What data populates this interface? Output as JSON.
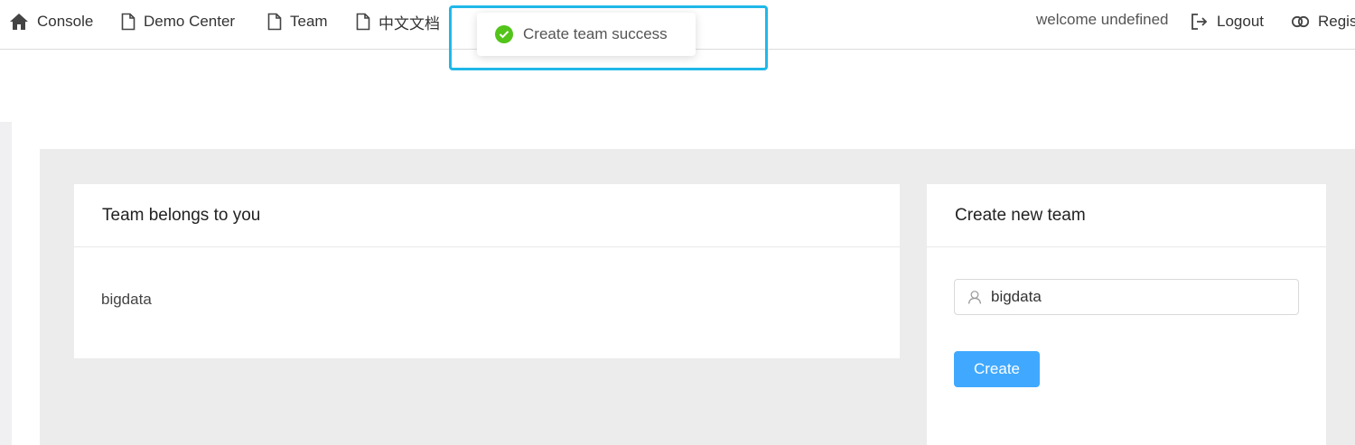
{
  "nav": {
    "items": [
      {
        "label": "Console",
        "icon": "home-icon"
      },
      {
        "label": "Demo Center",
        "icon": "file-icon"
      },
      {
        "label": "Team",
        "icon": "file-icon"
      },
      {
        "label": "中文文档",
        "icon": "file-icon"
      }
    ],
    "welcome_text": "welcome undefined",
    "logout_label": "Logout",
    "register_label": "Regis"
  },
  "toast": {
    "message": "Create team success",
    "icon": "check-circle-icon",
    "color": "#52c41a"
  },
  "teams_card": {
    "title": "Team belongs to you",
    "teams": [
      "bigdata"
    ]
  },
  "create_card": {
    "title": "Create new team",
    "input_value": "bigdata",
    "input_icon": "user-icon",
    "button_label": "Create",
    "button_color": "#40a9ff"
  }
}
